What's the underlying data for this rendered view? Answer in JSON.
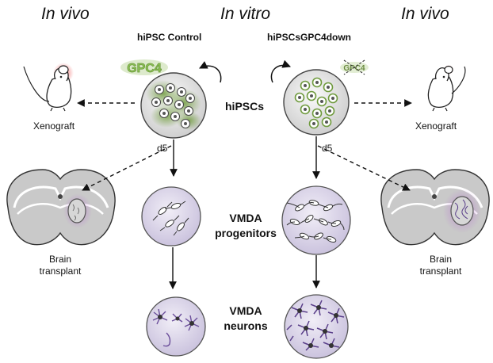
{
  "headers": {
    "left": "In vivo",
    "center": "In vitro",
    "right": "In vivo"
  },
  "columns": {
    "control": "hiPSC Control",
    "knockdown": "hiPSCsGPC4down"
  },
  "gene_tags": {
    "control": "GPC4",
    "knockdown": "GPC4"
  },
  "stages": {
    "hipscs": "hiPSCs",
    "progenitors_line1": "VMDA",
    "progenitors_line2": "progenitors",
    "neurons_line1": "VMDA",
    "neurons_line2": "neurons"
  },
  "time_labels": {
    "control": "d5",
    "knockdown": "d5"
  },
  "outcomes": {
    "xenograft_left": "Xenograft",
    "xenograft_right": "Xenograft",
    "brain_left_line1": "Brain",
    "brain_left_line2": "transplant",
    "brain_right_line1": "Brain",
    "brain_right_line2": "transplant"
  },
  "colors": {
    "gpc4_green": "#7aa34a",
    "tumor_red": "#e8585a",
    "transplant_purple": "#a35bb8",
    "dish_gray": "#e6e6e6",
    "progenitor_fill": "#dcd6ea",
    "brain_gray": "#c8c8c8"
  }
}
